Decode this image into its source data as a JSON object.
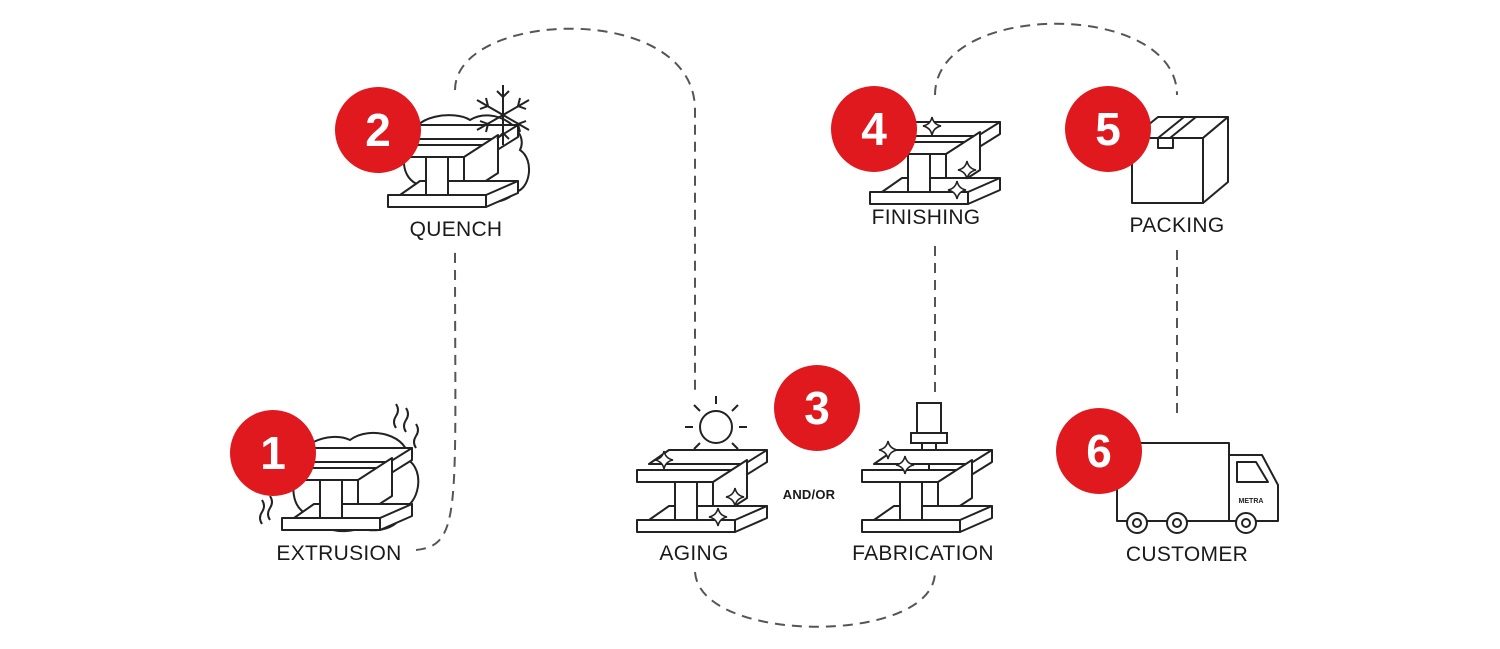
{
  "colors": {
    "accent": "#e0191f",
    "line": "#222222",
    "path": "#555555"
  },
  "steps": [
    {
      "number": "1",
      "label": "EXTRUSION",
      "icon": "extrusion-hot-beam-icon"
    },
    {
      "number": "2",
      "label": "QUENCH",
      "icon": "quench-snowflake-beam-icon"
    },
    {
      "number": "3",
      "label_a": "AGING",
      "label_b": "FABRICATION",
      "connector": "AND/OR",
      "icon_a": "aging-sun-beam-icon",
      "icon_b": "fabrication-machine-beam-icon"
    },
    {
      "number": "4",
      "label": "FINISHING",
      "icon": "finishing-sparkle-beam-icon"
    },
    {
      "number": "5",
      "label": "PACKING",
      "icon": "packing-box-icon"
    },
    {
      "number": "6",
      "label": "CUSTOMER",
      "icon": "customer-truck-icon",
      "truck_text": "METRA"
    }
  ]
}
